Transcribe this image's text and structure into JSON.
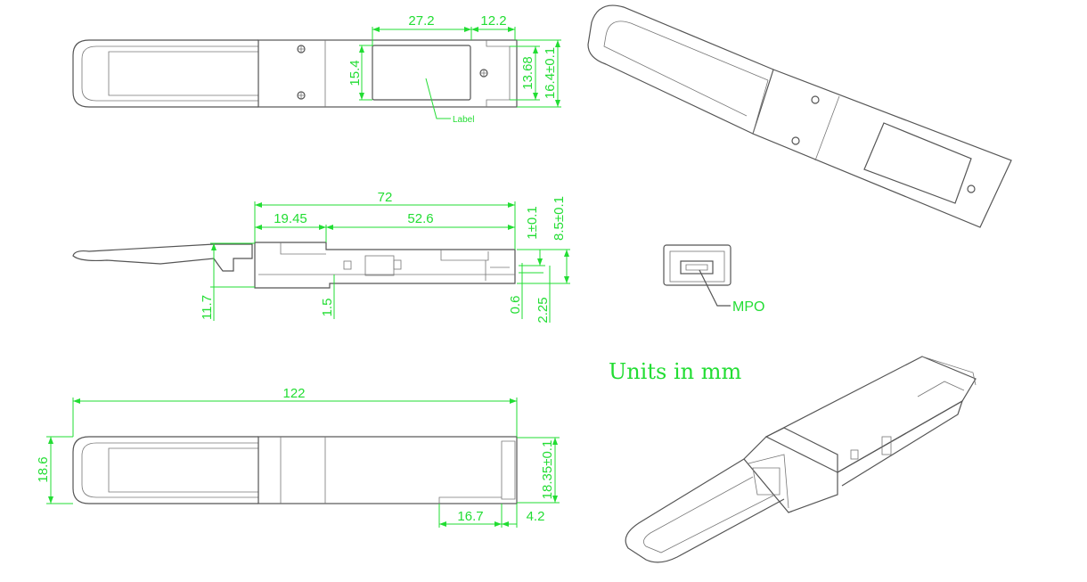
{
  "top_view": {
    "dims": {
      "label_width": "27.2",
      "tab_width": "12.2",
      "label_height": "15.4",
      "inner_height": "13.68",
      "outer_height": "16.4±0.1"
    },
    "label_callout": "Label"
  },
  "side_view": {
    "dims": {
      "body_length": "72",
      "front_length": "19.45",
      "rear_length": "52.6",
      "edge_offset": "1±0.1",
      "height": "8.5±0.1",
      "handle_height": "11.7",
      "step": "1.5",
      "pin": "0.6",
      "pin_offset": "2.25"
    }
  },
  "bottom_view": {
    "dims": {
      "total_length": "122",
      "handle_width": "18.6",
      "body_width": "18.35±0.1",
      "rear_segment": "16.7",
      "end_segment": "4.2"
    }
  },
  "front_view": {
    "connector_callout": "MPO"
  },
  "units_note": "Units in mm",
  "colors": {
    "dimension": "#22dd33",
    "outline": "#555555"
  }
}
